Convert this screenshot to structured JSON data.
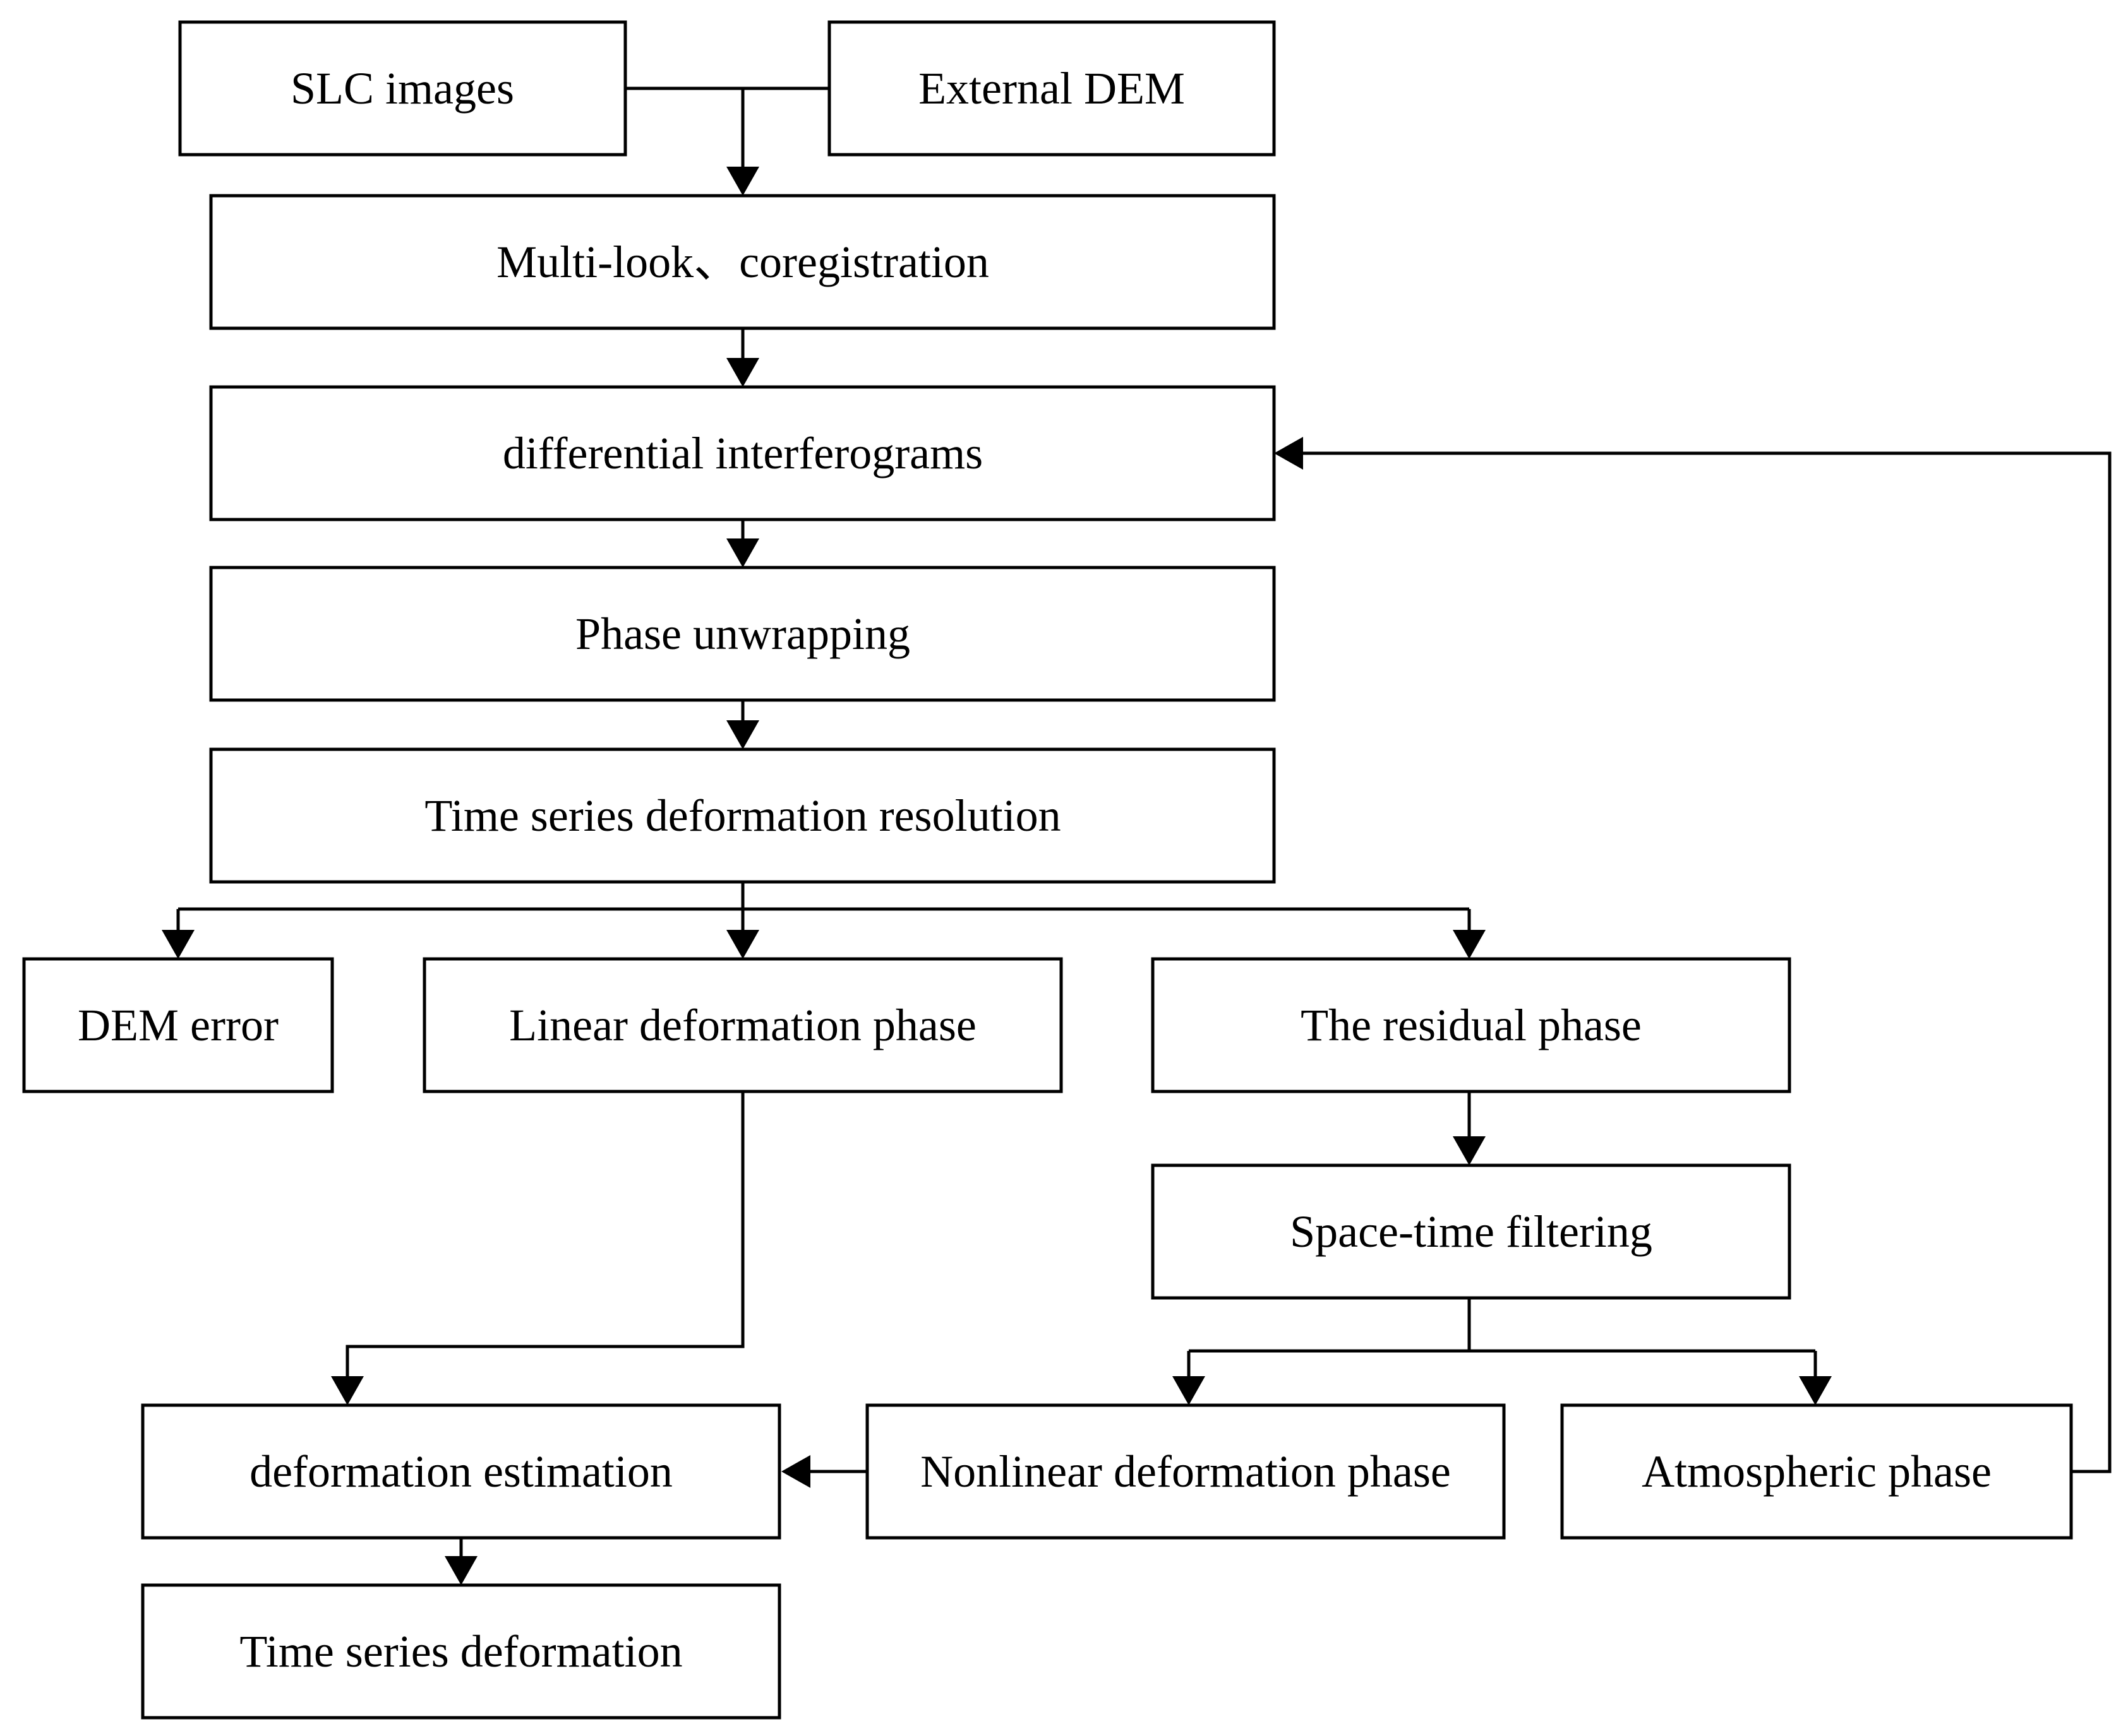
{
  "nodes": {
    "slc_images": "SLC images",
    "external_dem": "External DEM",
    "multilook": "Multi-look、coregistration",
    "differential_interferograms": "differential interferograms",
    "phase_unwrapping": "Phase unwrapping",
    "time_series_resolution": "Time series deformation resolution",
    "dem_error": "DEM error",
    "linear_deformation_phase": "Linear deformation phase",
    "residual_phase": "The residual phase",
    "space_time_filtering": "Space-time filtering",
    "deformation_estimation": "deformation estimation",
    "nonlinear_deformation_phase": "Nonlinear deformation phase",
    "atmospheric_phase": "Atmospheric phase",
    "time_series_deformation": "Time series deformation"
  }
}
